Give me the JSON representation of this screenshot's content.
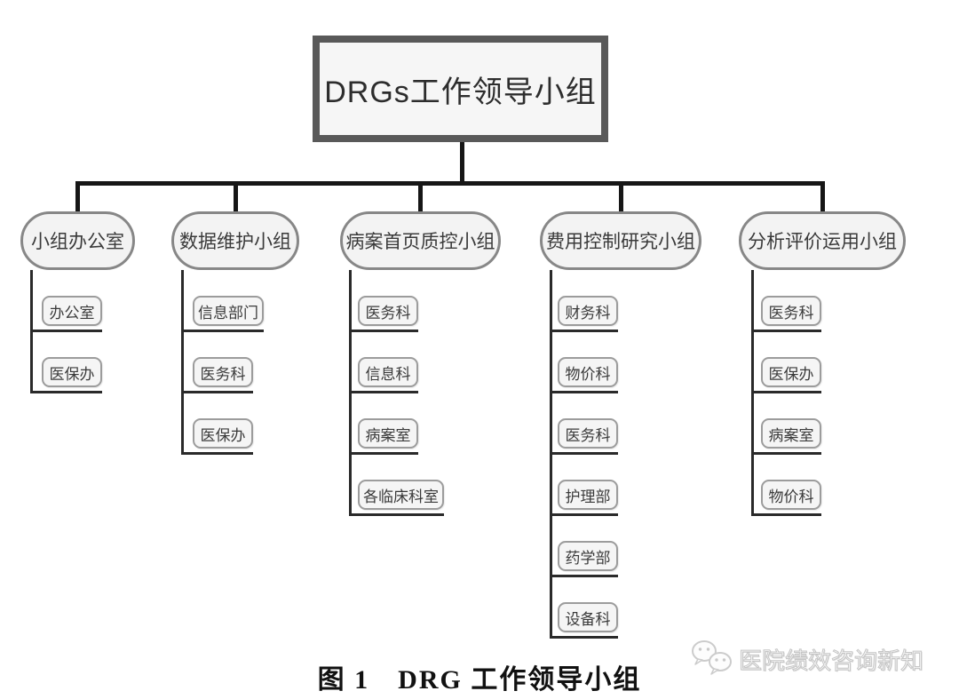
{
  "root": {
    "label": "DRGs工作领导小组"
  },
  "groups": [
    {
      "label": "小组办公室",
      "children": [
        "办公室",
        "医保办"
      ]
    },
    {
      "label": "数据维护小组",
      "children": [
        "信息部门",
        "医务科",
        "医保办"
      ]
    },
    {
      "label": "病案首页质控小组",
      "children": [
        "医务科",
        "信息科",
        "病案室",
        "各临床科室"
      ]
    },
    {
      "label": "费用控制研究小组",
      "children": [
        "财务科",
        "物价科",
        "医务科",
        "护理部",
        "药学部",
        "设备科"
      ]
    },
    {
      "label": "分析评价运用小组",
      "children": [
        "医务科",
        "医保办",
        "病案室",
        "物价科"
      ]
    }
  ],
  "caption": "图 1　DRG 工作领导小组",
  "watermark": {
    "text": "医院绩效咨询新知",
    "icon": "wechat-icon"
  },
  "colors": {
    "background": "#ffffff",
    "connector": "#161616",
    "branch_line": "#2a2a2a",
    "root_box_border": "#595959",
    "pill_border": "#878787",
    "child_border": "#9c9c9c",
    "box_fill": "#f4f4f4",
    "text": "#2d2d2d",
    "watermark_gray": "#c6c6c6"
  }
}
